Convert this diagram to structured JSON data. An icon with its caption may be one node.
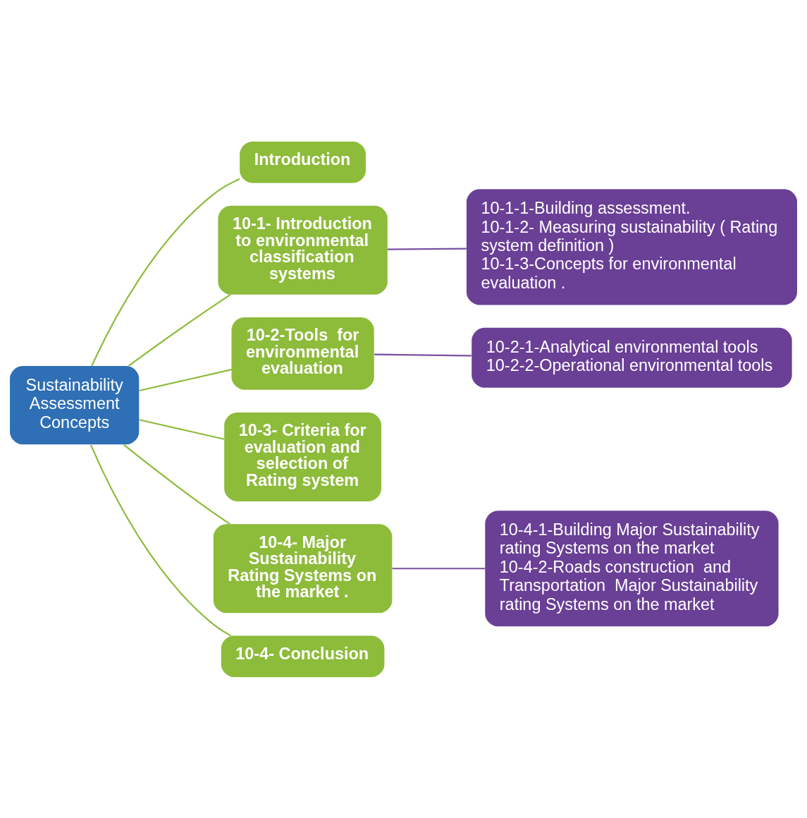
{
  "diagram": {
    "nodes": [
      {
        "text": [
          "Sustainability Assessment Concepts"
        ]
      },
      {
        "text": [
          "Introduction"
        ]
      },
      {
        "text": [
          "10-1- Introduction to environmental classification systems"
        ]
      },
      {
        "text": [
          "10-1-1-Building assessment.",
          "10-1-2- Measuring sustainability ( Rating system definition )",
          "10-1-3-Concepts for environmental evaluation ."
        ]
      },
      {
        "text": [
          "10-2-Tools  for environmental evaluation"
        ]
      },
      {
        "text": [
          "10-2-1-Analytical environmental tools",
          "10-2-2-Operational environmental tools"
        ]
      },
      {
        "text": [
          "10-3- Criteria for evaluation and selection of Rating system"
        ]
      },
      {
        "text": [
          "10-4- Major Sustainability Rating Systems on the market ."
        ]
      },
      {
        "text": [
          "10-4-1-Building Major Sustainability rating Systems on the market",
          "10-4-2-Roads construction  and Transportation  Major Sustainability rating Systems on the market"
        ]
      },
      {
        "text": [
          "10-4- Conclusion"
        ]
      }
    ],
    "edges": [
      {
        "from": 0,
        "to": 1,
        "arrow": "none"
      },
      {
        "from": 0,
        "to": 2,
        "arrow": "none"
      },
      {
        "from": 2,
        "to": 3,
        "arrow": "none",
        "color": "#7b4fa0"
      },
      {
        "from": 0,
        "to": 4,
        "arrow": "none"
      },
      {
        "from": 4,
        "to": 5,
        "arrow": "none",
        "color": "#7b4fa0"
      },
      {
        "from": 0,
        "to": 6,
        "arrow": "none"
      },
      {
        "from": 0,
        "to": 7,
        "arrow": "none"
      },
      {
        "from": 7,
        "to": 8,
        "arrow": "none",
        "color": "#7b4fa0"
      },
      {
        "from": 0,
        "to": 9,
        "arrow": "none"
      }
    ]
  }
}
